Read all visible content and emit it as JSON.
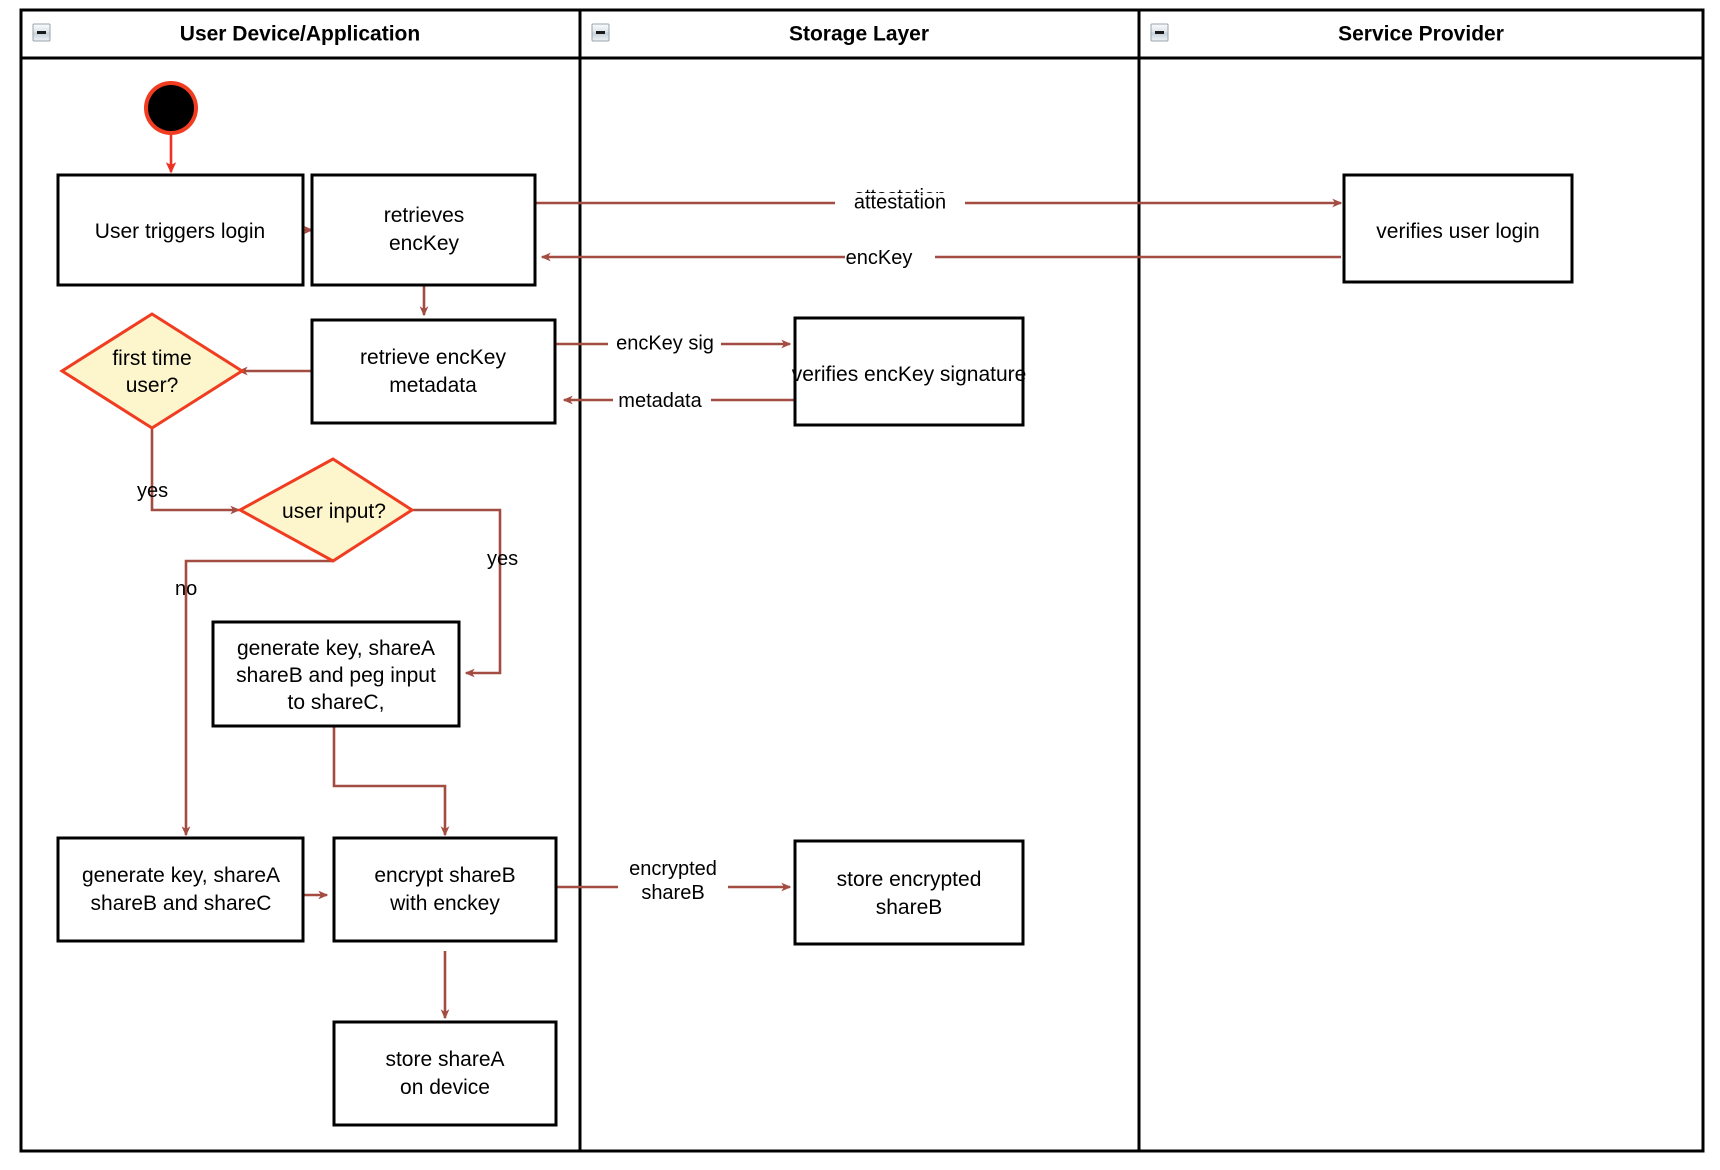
{
  "diagram": {
    "type": "uml-activity-swimlane",
    "lanes": [
      {
        "id": "user-device",
        "title": "User Device/Application",
        "collapse_icon": "collapse-minus-icon"
      },
      {
        "id": "storage-layer",
        "title": "Storage Layer",
        "collapse_icon": "collapse-minus-icon"
      },
      {
        "id": "service-provider",
        "title": "Service Provider",
        "collapse_icon": "collapse-minus-icon"
      }
    ],
    "colors": {
      "node_border": "#000000",
      "node_fill": "#ffffff",
      "decision_fill": "#fdf6cd",
      "decision_border": "#f03c20",
      "flow": "#a34c42",
      "start_flow": "#ee3124",
      "start_node_ring": "#f03c20",
      "start_node_fill": "#000000",
      "lane_border": "#000000"
    },
    "nodes": [
      {
        "id": "start",
        "kind": "initial-node",
        "lane": "user-device",
        "label": ""
      },
      {
        "id": "user-triggers-login",
        "kind": "action",
        "lane": "user-device",
        "label_lines": [
          "User triggers login"
        ]
      },
      {
        "id": "retrieves-enckey",
        "kind": "action",
        "lane": "user-device",
        "label_lines": [
          "retrieves",
          "encKey"
        ]
      },
      {
        "id": "retrieve-enckey-metadata",
        "kind": "action",
        "lane": "user-device",
        "label_lines": [
          "retrieve encKey",
          "metadata"
        ]
      },
      {
        "id": "first-time-user",
        "kind": "decision",
        "lane": "user-device",
        "label_lines": [
          "first time",
          "user?"
        ]
      },
      {
        "id": "user-input",
        "kind": "decision",
        "lane": "user-device",
        "label_lines": [
          "user input?"
        ]
      },
      {
        "id": "generate-peg-input",
        "kind": "action",
        "lane": "user-device",
        "label_lines": [
          "generate key, shareA",
          "shareB and peg input",
          "to shareC,"
        ]
      },
      {
        "id": "generate-shares",
        "kind": "action",
        "lane": "user-device",
        "label_lines": [
          "generate key, shareA",
          "shareB and shareC"
        ]
      },
      {
        "id": "encrypt-shareb",
        "kind": "action",
        "lane": "user-device",
        "label_lines": [
          "encrypt shareB",
          "with enckey"
        ]
      },
      {
        "id": "store-sharea",
        "kind": "action",
        "lane": "user-device",
        "label_lines": [
          "store shareA",
          "on device"
        ]
      },
      {
        "id": "verifies-enckey-signature",
        "kind": "action",
        "lane": "storage-layer",
        "label_lines": [
          "verifies encKey signature"
        ]
      },
      {
        "id": "store-encrypted-shareb",
        "kind": "action",
        "lane": "storage-layer",
        "label_lines": [
          "store encrypted",
          "shareB"
        ]
      },
      {
        "id": "verifies-user-login",
        "kind": "action",
        "lane": "service-provider",
        "label_lines": [
          "verifies user login"
        ]
      }
    ],
    "edges": [
      {
        "from": "start",
        "to": "user-triggers-login",
        "label": ""
      },
      {
        "from": "user-triggers-login",
        "to": "retrieves-enckey",
        "label": ""
      },
      {
        "from": "retrieves-enckey",
        "to": "verifies-user-login",
        "label": "attestation"
      },
      {
        "from": "verifies-user-login",
        "to": "retrieves-enckey",
        "label": "encKey"
      },
      {
        "from": "retrieves-enckey",
        "to": "retrieve-enckey-metadata",
        "label": ""
      },
      {
        "from": "retrieve-enckey-metadata",
        "to": "verifies-enckey-signature",
        "label": "encKey sig"
      },
      {
        "from": "verifies-enckey-signature",
        "to": "retrieve-enckey-metadata",
        "label": "metadata"
      },
      {
        "from": "retrieve-enckey-metadata",
        "to": "first-time-user",
        "label": ""
      },
      {
        "from": "first-time-user",
        "to": "user-input",
        "label": "yes"
      },
      {
        "from": "user-input",
        "to": "generate-shares",
        "label": "no"
      },
      {
        "from": "user-input",
        "to": "generate-peg-input",
        "label": "yes"
      },
      {
        "from": "generate-peg-input",
        "to": "encrypt-shareb",
        "label": ""
      },
      {
        "from": "generate-shares",
        "to": "encrypt-shareb",
        "label": ""
      },
      {
        "from": "encrypt-shareb",
        "to": "store-encrypted-shareb",
        "label_lines": [
          "encrypted",
          "shareB"
        ]
      },
      {
        "from": "encrypt-shareb",
        "to": "store-sharea",
        "label": ""
      }
    ],
    "edge_labels": {
      "attestation": "attestation",
      "enckey": "encKey",
      "enckey_sig": "encKey sig",
      "metadata": "metadata",
      "yes_first_time": "yes",
      "no_user_input": "no",
      "yes_user_input": "yes",
      "encrypted_shareb_l1": "encrypted",
      "encrypted_shareb_l2": "shareB"
    },
    "texts": {
      "user_triggers_login": "User triggers login",
      "retrieves_l1": "retrieves",
      "retrieves_l2": "encKey",
      "retrieve_meta_l1": "retrieve encKey",
      "retrieve_meta_l2": "metadata",
      "first_time_l1": "first time",
      "first_time_l2": "user?",
      "user_input": "user input?",
      "gen_peg_l1": "generate key, shareA",
      "gen_peg_l2": "shareB and peg input",
      "gen_peg_l3": "to shareC,",
      "gen_shares_l1": "generate key, shareA",
      "gen_shares_l2": "shareB and shareC",
      "encrypt_l1": "encrypt shareB",
      "encrypt_l2": "with enckey",
      "store_sharea_l1": "store shareA",
      "store_sharea_l2": "on device",
      "verifies_sig": "verifies encKey signature",
      "store_enc_l1": "store encrypted",
      "store_enc_l2": "shareB",
      "verifies_login": "verifies user login"
    }
  }
}
